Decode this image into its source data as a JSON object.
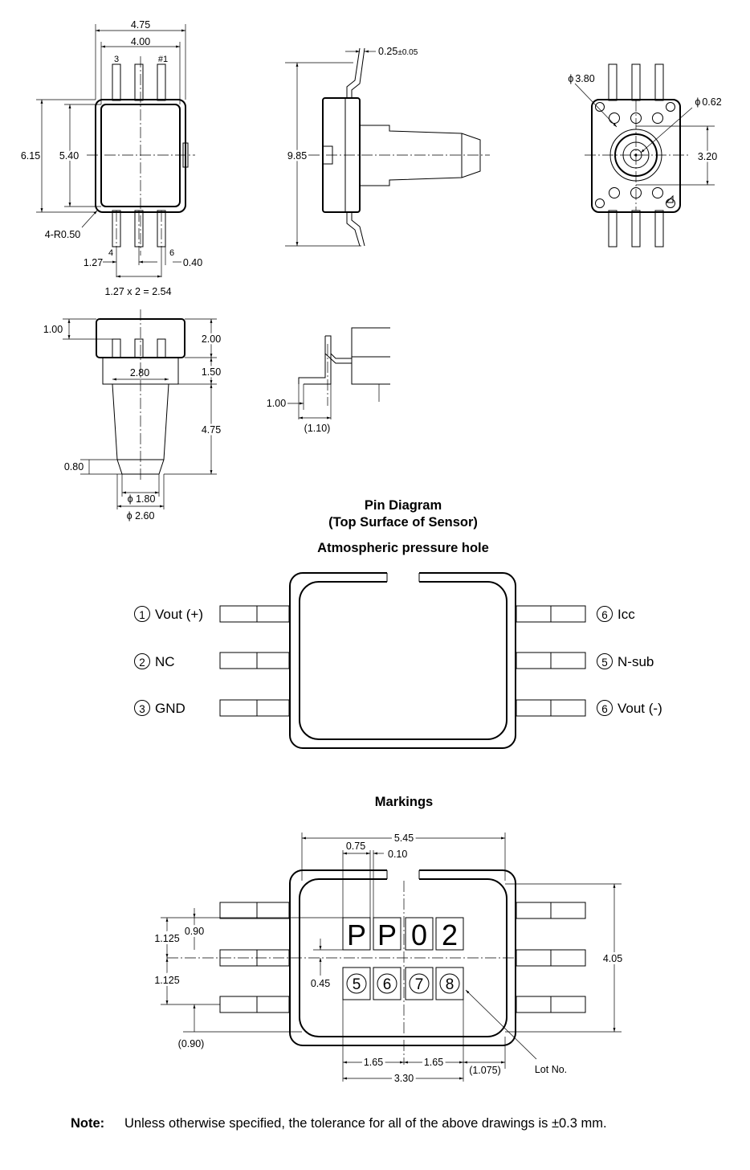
{
  "top_view": {
    "dims": {
      "overall_width": "4.75",
      "body_width": "4.00",
      "pin3": "3",
      "pin1": "#1",
      "overall_height": "6.15",
      "body_height": "5.40",
      "corner_radius": "4-R0.50",
      "pin4": "4",
      "pin6": "6",
      "pitch": "1.27",
      "lead_width": "0.40",
      "span": "1.27 x 2 = 2.54"
    }
  },
  "side_view": {
    "dims": {
      "lead_thickness": "0.25",
      "lead_tolerance": "±0.05",
      "height": "9.85"
    }
  },
  "bottom_view": {
    "dims": {
      "outer_diameter": "3.80",
      "hole_diameter": "0.62",
      "center_distance": "3.20",
      "phi": "ϕ"
    }
  },
  "front_view": {
    "dims": {
      "top_thickness": "1.00",
      "body_height": "2.00",
      "step_height": "1.50",
      "step_width": "2.80",
      "nozzle_length": "4.75",
      "tip_height": "0.80",
      "inner_diameter": "ϕ 1.80",
      "outer_diameter": "ϕ 2.60"
    }
  },
  "lead_detail": {
    "dims": {
      "foot": "1.00",
      "foot_ref": "(1.10)"
    }
  },
  "pin_diagram": {
    "title_line1": "Pin Diagram",
    "title_line2": "(Top Surface of Sensor)",
    "hole_label": "Atmospheric pressure hole",
    "pins": [
      {
        "num": "1",
        "label": "Vout (+)"
      },
      {
        "num": "2",
        "label": "NC"
      },
      {
        "num": "3",
        "label": "GND"
      },
      {
        "num": "6",
        "label": "Icc"
      },
      {
        "num": "5",
        "label": "N-sub"
      },
      {
        "num": "6",
        "label": "Vout (-)"
      }
    ]
  },
  "markings": {
    "title": "Markings",
    "top_row": [
      "P",
      "P",
      "0",
      "2"
    ],
    "bottom_row": [
      "5",
      "6",
      "7",
      "8"
    ],
    "dims": {
      "width": "5.45",
      "char_width": "0.75",
      "gap": "0.10",
      "height": "4.05",
      "row_pitch_a": "1.125",
      "row_pitch_b": "1.125",
      "top_offset": "0.90",
      "center_offset": "0.45",
      "bottom_ref": "(0.90)",
      "half_a": "1.65",
      "half_b": "1.65",
      "total": "3.30",
      "edge_ref": "(1.075)"
    },
    "lot_label": "Lot No."
  },
  "note": {
    "label": "Note:",
    "text": "Unless otherwise specified, the tolerance for all of the above drawings is ±0.3 mm."
  }
}
